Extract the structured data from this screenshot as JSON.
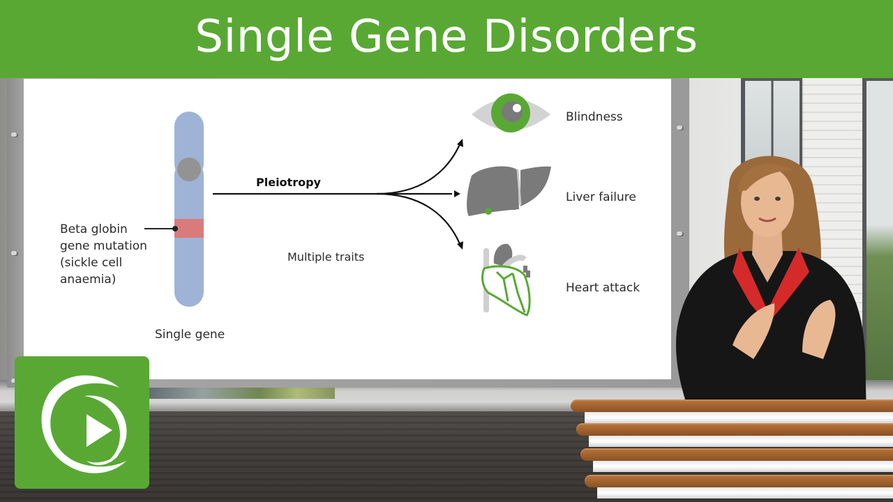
{
  "header": {
    "title": "Single Gene Disorders",
    "background_color": "#59a834"
  },
  "slide": {
    "chromosome": {
      "label": "Single gene",
      "color_arms": "#9fb3d6",
      "color_centromere": "#939393",
      "color_mutation_band": "#d97b7b",
      "annotation_lines": [
        "Beta globin",
        "gene mutation",
        "(sickle cell",
        "anaemia)"
      ]
    },
    "arrow": {
      "label": "Pleiotropy",
      "sublabel": "Multiple traits"
    },
    "outcomes": [
      {
        "icon": "eye-icon",
        "label": "Blindness"
      },
      {
        "icon": "liver-icon",
        "label": "Liver failure"
      },
      {
        "icon": "heart-icon",
        "label": "Heart attack"
      }
    ],
    "accent_green": "#59a834"
  },
  "logo": {
    "icon": "play-logo-icon",
    "background_color": "#59a834"
  }
}
